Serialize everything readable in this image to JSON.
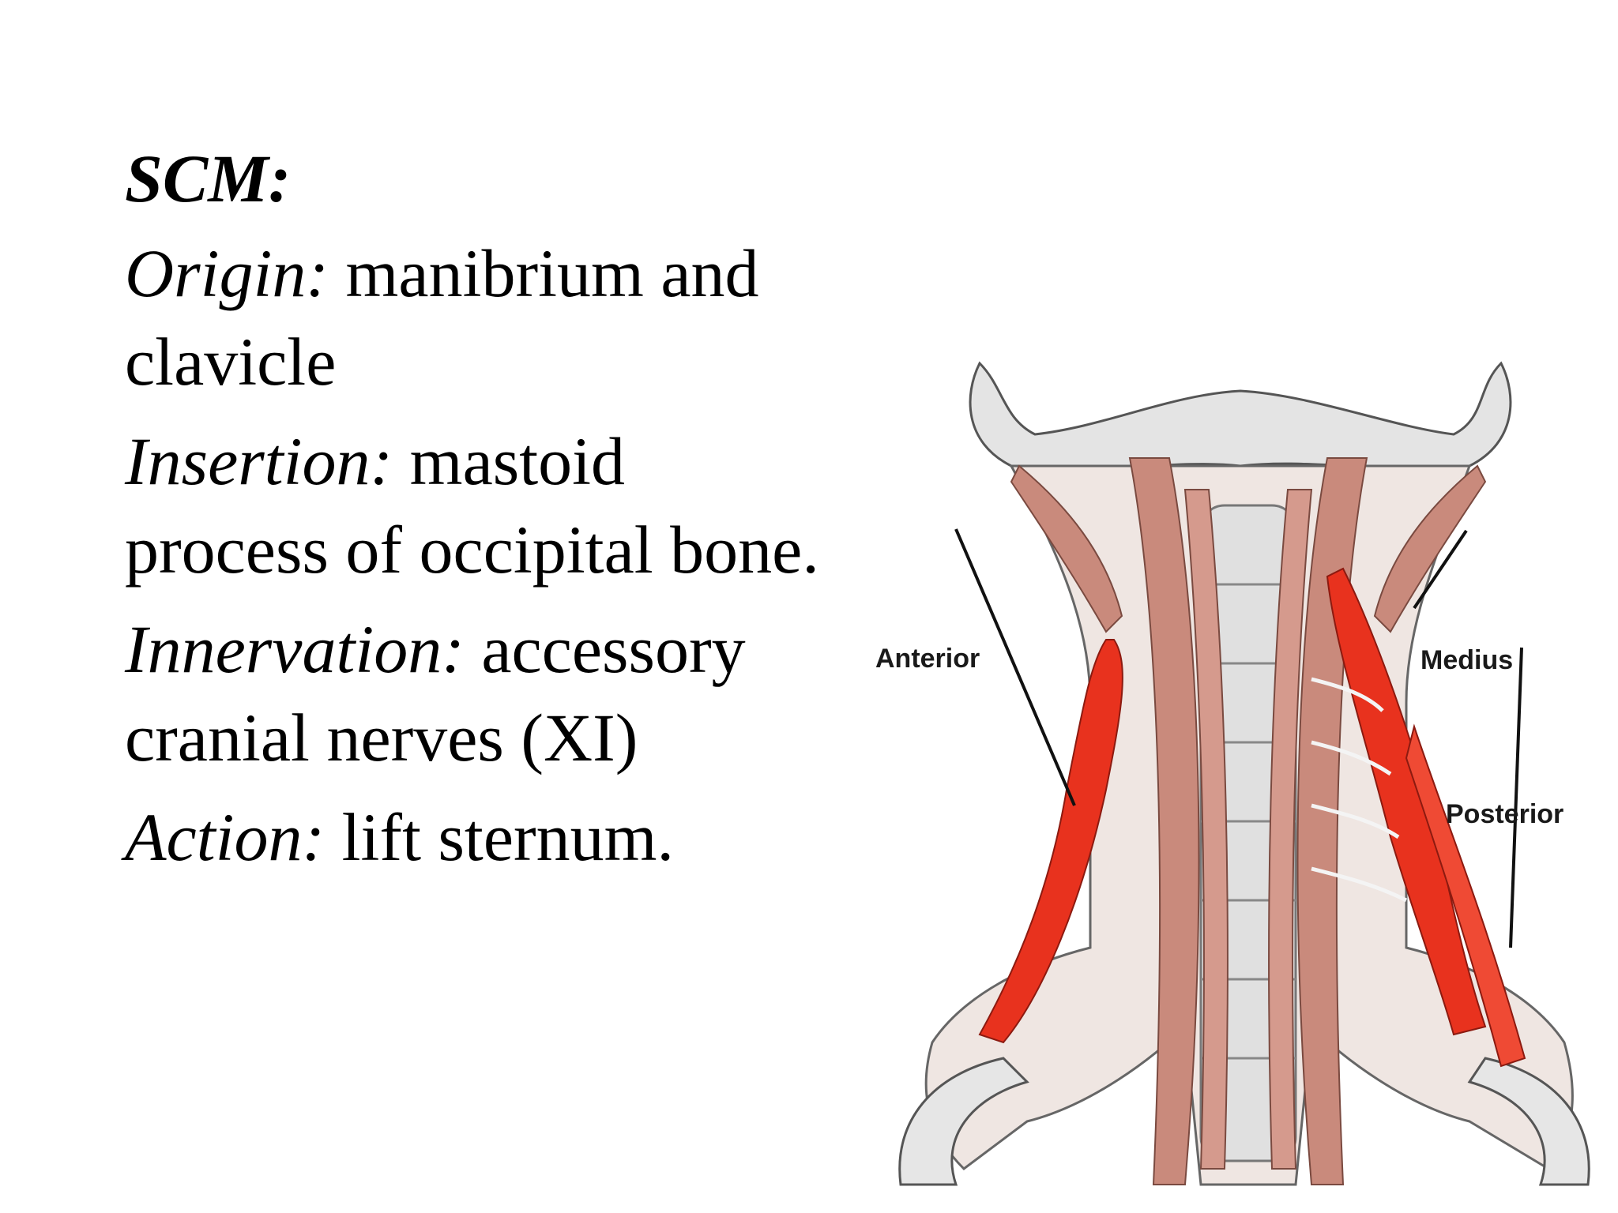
{
  "slide": {
    "title": "SCM:",
    "paragraphs": [
      {
        "label": "Origin:",
        "text": " manibrium and clavicle"
      },
      {
        "label": "Insertion:",
        "text": " mastoid process of occipital bone."
      },
      {
        "label": "Innervation:",
        "text": " accessory cranial nerves (XI)"
      },
      {
        "label": "Action:",
        "text": " lift sternum."
      }
    ]
  },
  "figure": {
    "labels": {
      "anterior": "Anterior",
      "medius": "Medius",
      "posterior": "Posterior"
    },
    "colors": {
      "scalene_muscle": "#e8321e",
      "deep_muscle": "#c98a7c",
      "bone": "#d9d9d9"
    }
  }
}
